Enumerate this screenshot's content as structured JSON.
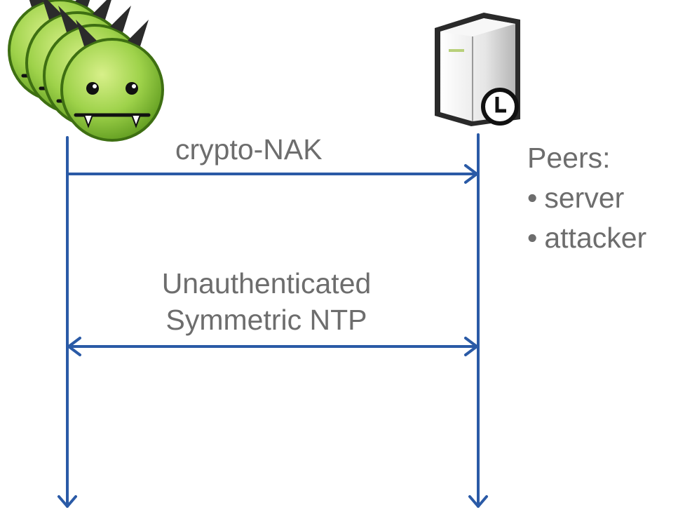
{
  "participants": [
    {
      "name": "attacker",
      "icon": "monster-group-icon"
    },
    {
      "name": "server",
      "icon": "server-clock-icon"
    }
  ],
  "messages": [
    {
      "lines": [
        "crypto-NAK"
      ],
      "direction": "attacker-to-server"
    },
    {
      "lines": [
        "Unauthenticated",
        "Symmetric NTP"
      ],
      "direction": "bidirectional"
    }
  ],
  "peers": {
    "title": "Peers:",
    "bullet": "•",
    "items": [
      "server",
      "attacker"
    ]
  },
  "colors": {
    "arrow": "#2a5aa6",
    "text": "#6d6d6d",
    "monster": "#8fcf3f",
    "server": "#e8e8e8"
  }
}
